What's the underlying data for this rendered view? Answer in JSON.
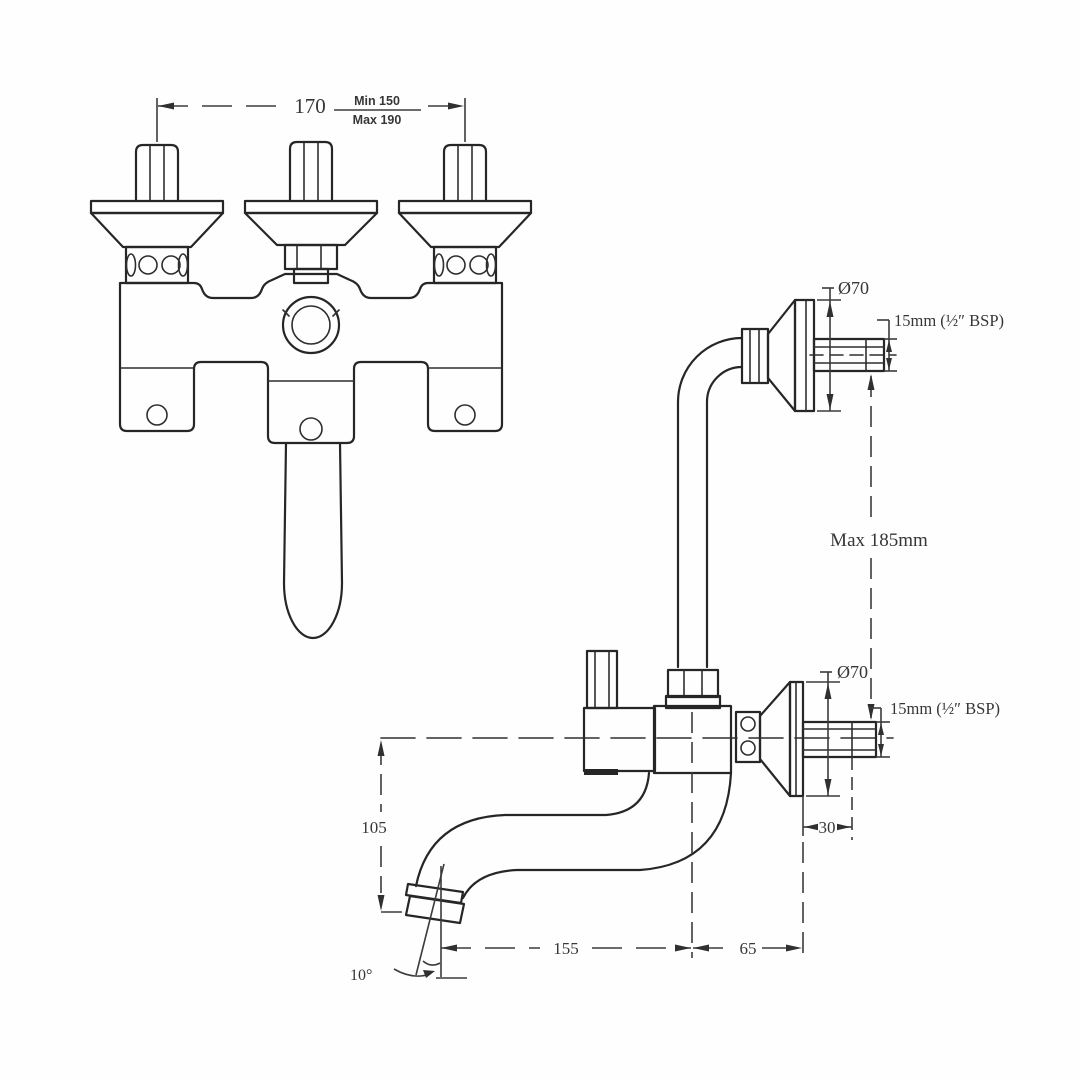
{
  "annotations": {
    "handle_spacing": "170",
    "handle_spacing_min": "Min 150",
    "handle_spacing_max": "Max 190",
    "top_flange_diameter": "Ø70",
    "top_inlet_connection": "15mm (½″ BSP)",
    "riser_max_height": "Max 185mm",
    "bottom_flange_diameter": "Ø70",
    "bottom_inlet_connection": "15mm (½″ BSP)",
    "wall_stub_length": "30",
    "spout_drop": "105",
    "spout_reach": "155",
    "wall_to_body": "65",
    "spout_outlet_angle": "10°"
  },
  "colors": {
    "line": "#262626",
    "dimension_text": "#363636",
    "min_label": "#a0523d",
    "max_label": "#5c5c7e",
    "background": "#fefefe"
  }
}
